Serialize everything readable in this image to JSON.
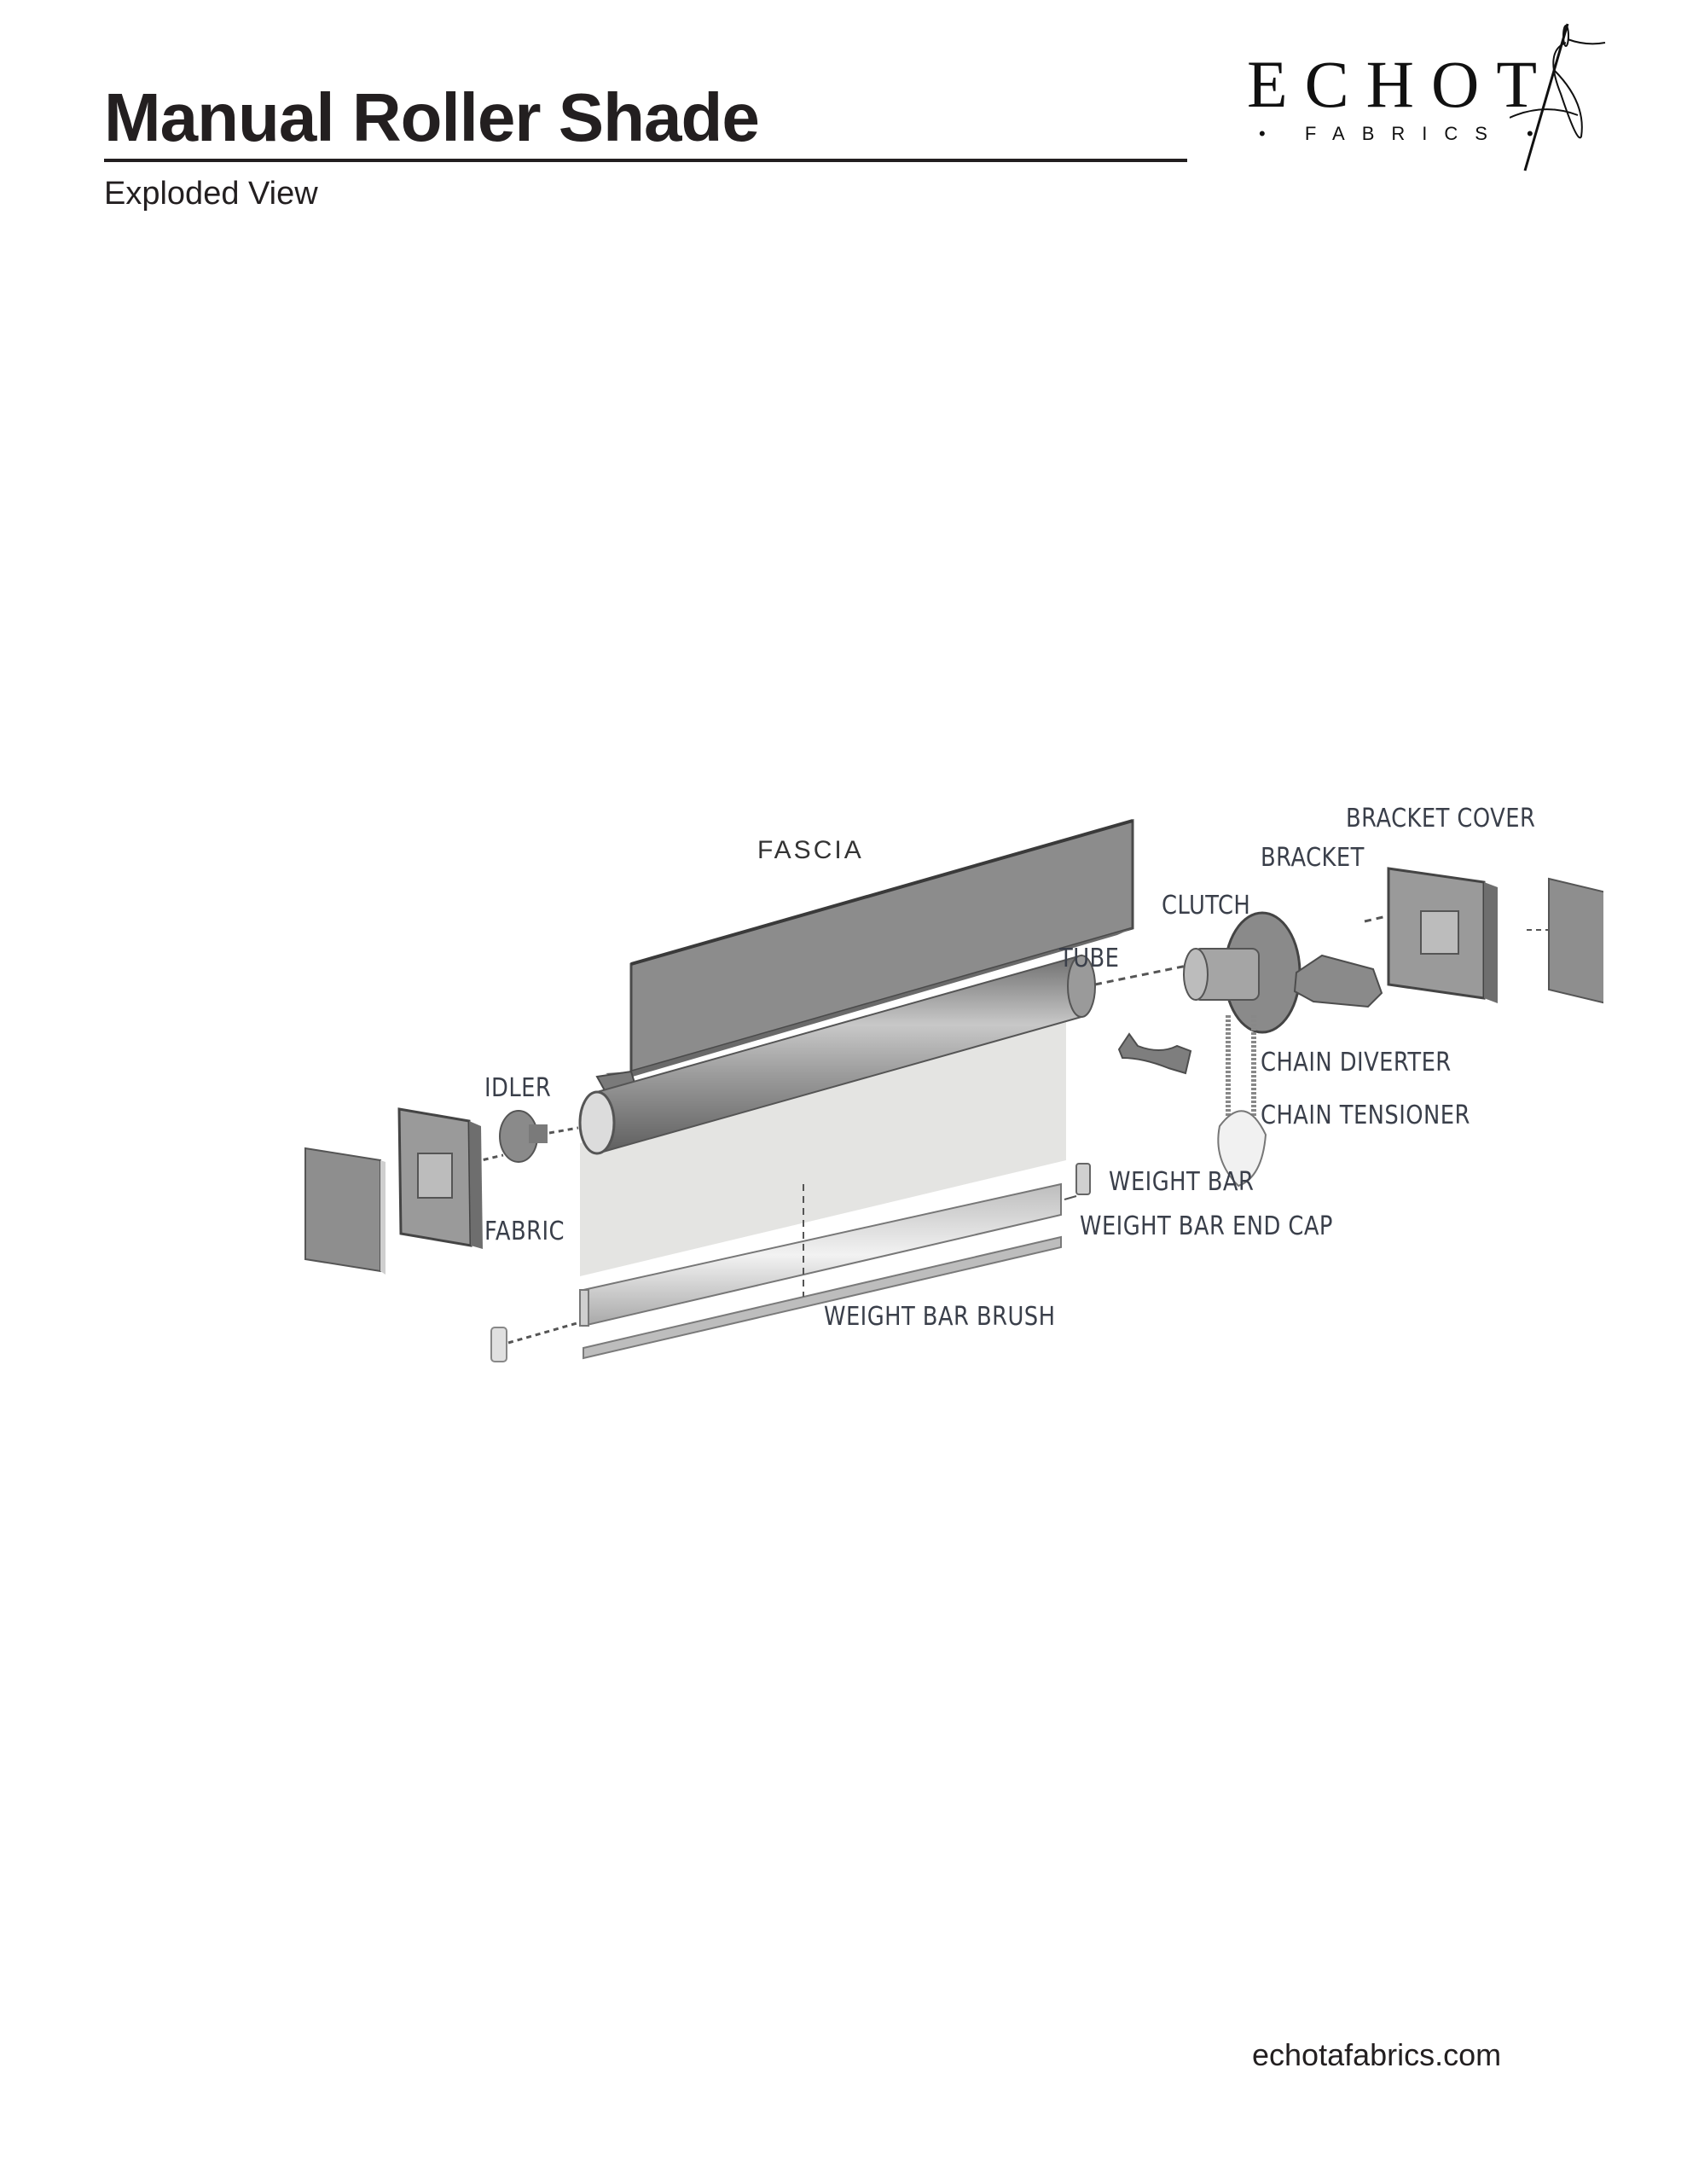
{
  "header": {
    "title": "Manual Roller Shade",
    "subtitle": "Exploded View"
  },
  "logo": {
    "wordmark": "ECHOT",
    "tagline": "• FABRICS •",
    "icon": "needle-and-thread-icon"
  },
  "diagram": {
    "labels": {
      "fascia": "FASCIA",
      "bracket_cover": "BRACKET COVER",
      "bracket": "BRACKET",
      "clutch": "CLUTCH",
      "tube": "TUBE",
      "idler": "IDLER",
      "chain_diverter": "CHAIN DIVERTER",
      "chain_tensioner": "CHAIN TENSIONER",
      "weight_bar": "WEIGHT BAR",
      "weight_bar_end_cap": "WEIGHT BAR END CAP",
      "fabric": "FABRIC",
      "weight_bar_brush": "WEIGHT BAR BRUSH"
    },
    "colors": {
      "part_dark": "#7b7b7b",
      "part_mid": "#9a9a9a",
      "part_light": "#d9d9d9",
      "fabric": "#e6e6e4",
      "label": "#3a3f4a"
    }
  },
  "footer": {
    "website": "echotafabrics.com"
  }
}
